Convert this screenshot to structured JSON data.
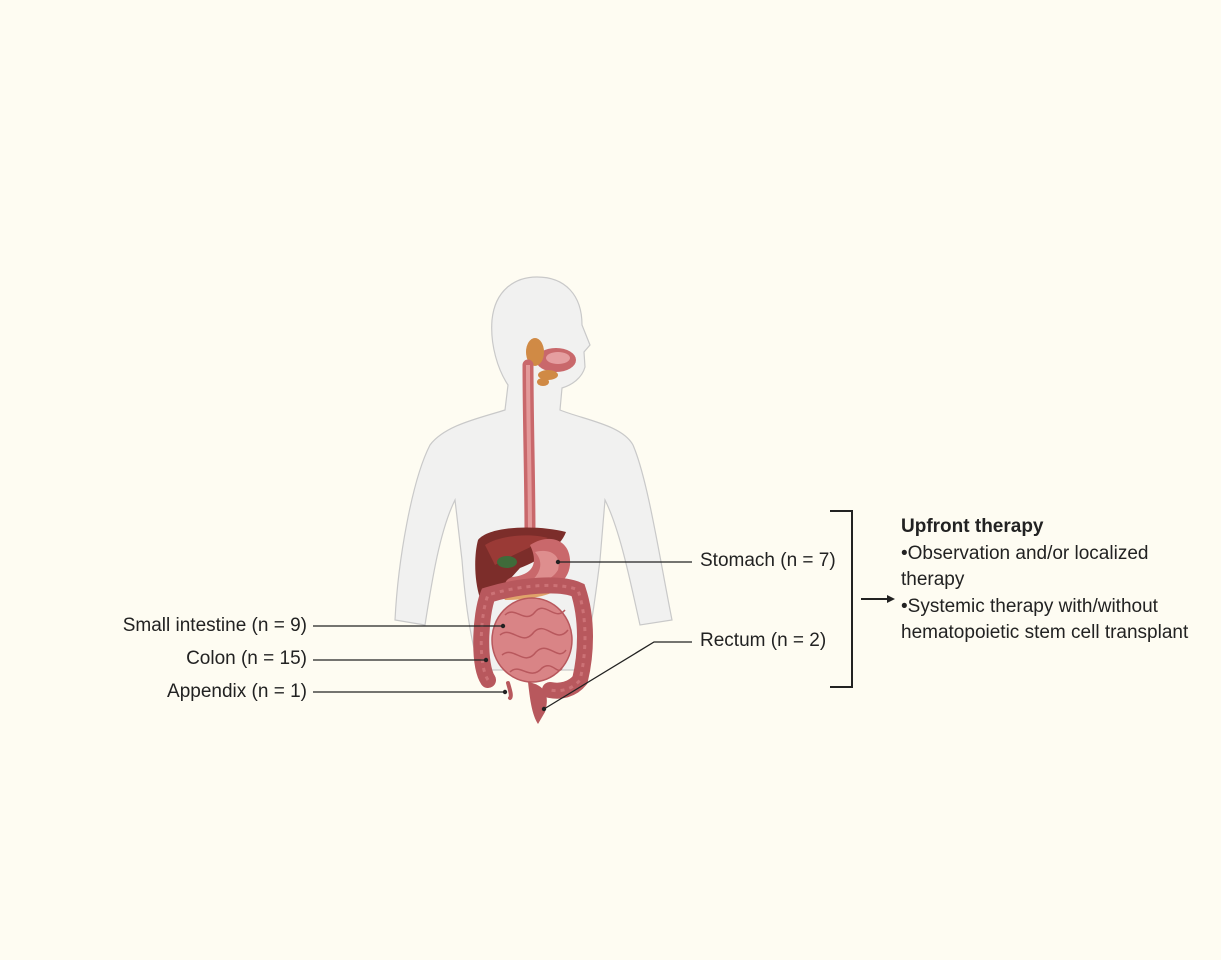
{
  "labels": {
    "stomach": "Stomach (n = 7)",
    "rectum": "Rectum (n = 2)",
    "small_intestine": "Small intestine (n = 9)",
    "colon": "Colon (n = 15)",
    "appendix": "Appendix (n = 1)"
  },
  "therapy": {
    "title": "Upfront therapy",
    "items": [
      "•Observation and/or localized therapy",
      "•Systemic therapy with/without hematopoietic stem cell transplant"
    ]
  },
  "colors": {
    "background": "#fefcf2",
    "body_silhouette": "#f0f0ef",
    "organ_red": "#c9686b",
    "liver": "#7c2d2a",
    "gland": "#d08a45"
  }
}
